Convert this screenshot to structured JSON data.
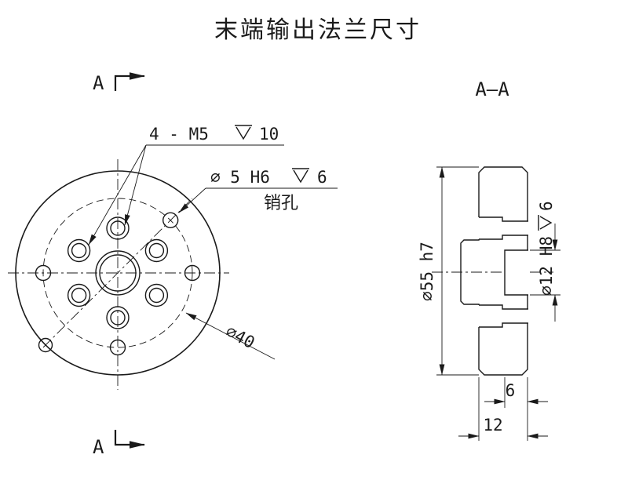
{
  "title": "末端输出法兰尺寸",
  "markers": {
    "section_letter_top": "A",
    "section_letter_bottom": "A",
    "section_view_label": "A—A"
  },
  "front_view": {
    "thread_callout": "4 - M5",
    "thread_depth": "10",
    "pin_callout": "∅ 5 H6",
    "pin_depth": "6",
    "pin_note": "销孔",
    "bolt_circle_dia": "∅40"
  },
  "section_view": {
    "outer_dia": "∅55 h7",
    "bore_dia": "∅12 H8",
    "bore_depth": "6",
    "depth_dim": "6",
    "width_dim": "12"
  },
  "colors": {
    "ink": "#1a1a1a",
    "background": "#ffffff"
  }
}
